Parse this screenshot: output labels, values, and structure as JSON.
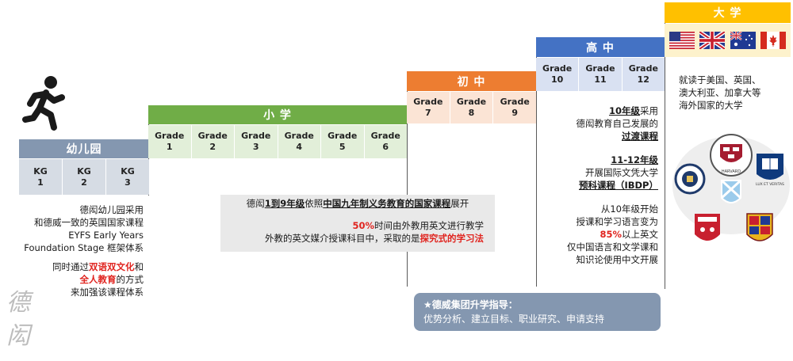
{
  "stages": {
    "kindergarten": {
      "title": "幼儿园",
      "grades": [
        {
          "l1": "KG",
          "l2": "1"
        },
        {
          "l1": "KG",
          "l2": "2"
        },
        {
          "l1": "KG",
          "l2": "3"
        }
      ]
    },
    "primary": {
      "title": "小 学",
      "grades": [
        {
          "l1": "Grade",
          "l2": "1"
        },
        {
          "l1": "Grade",
          "l2": "2"
        },
        {
          "l1": "Grade",
          "l2": "3"
        },
        {
          "l1": "Grade",
          "l2": "4"
        },
        {
          "l1": "Grade",
          "l2": "5"
        },
        {
          "l1": "Grade",
          "l2": "6"
        }
      ]
    },
    "middle": {
      "title": "初 中",
      "grades": [
        {
          "l1": "Grade",
          "l2": "7"
        },
        {
          "l1": "Grade",
          "l2": "8"
        },
        {
          "l1": "Grade",
          "l2": "9"
        }
      ]
    },
    "high": {
      "title": "高 中",
      "grades": [
        {
          "l1": "Grade",
          "l2": "10"
        },
        {
          "l1": "Grade",
          "l2": "11"
        },
        {
          "l1": "Grade",
          "l2": "12"
        }
      ]
    },
    "university": {
      "title": "大 学"
    }
  },
  "kg_text": {
    "p1_lines": [
      "德闳幼儿园采用",
      "和德威一致的英国国家课程",
      "EYFS Early Years",
      "Foundation Stage 框架体系"
    ],
    "p2_a": "同时通过",
    "p2_red1": "双语双文化",
    "p2_b": "和",
    "p2_red2": "全人教育",
    "p2_c": "的方式",
    "p2_d": "来加强该课程体系"
  },
  "compulsory_box": {
    "a": "德闳",
    "b": "1到9年级",
    "c": "依照",
    "d": "中国九年制义务教育的国家课程",
    "e": "展开",
    "pct": "50%",
    "f": "时间由外教用英文进行教学",
    "g": "外教的英文媒介授课科目中，采取的是",
    "h": "探究式的学习法"
  },
  "high_text": {
    "t1_a": "10年级",
    "t1_b": "采用",
    "t1_c": "德闳教育自己发展的",
    "t1_d": "过渡课程",
    "t2_a": "11-12年级",
    "t2_b": "开展国际文凭大学",
    "t2_c": "预科课程（IBDP）",
    "t3_a": "从10年级开始",
    "t3_b": "授课和学习语言变为",
    "t3_c": "85%",
    "t3_d": "以上英文",
    "t3_e": "仅中国语言和文学课和",
    "t3_f": "知识论使用中文开展"
  },
  "university_text": [
    "就读于美国、英国、",
    "澳大利亚、加拿大等",
    "海外国家的大学"
  ],
  "guidance": {
    "title": "★德威集团升学指导：",
    "body": "优势分析、建立目标、职业研究、申请支持"
  },
  "crest_labels": {
    "harvard": "HARVARD",
    "yale": "LUX ET VERITAS"
  },
  "watermark": [
    "德",
    "闳"
  ],
  "icons": [
    "runner-icon",
    "us-flag-icon",
    "uk-flag-icon",
    "australia-flag-icon",
    "canada-flag-icon",
    "university-crests"
  ],
  "colors": {
    "kg_head": "#8497b0",
    "kg_cell": "#d6dce4",
    "primary_head": "#70ad47",
    "primary_cell": "#e2efd9",
    "middle_head": "#ed7d31",
    "middle_cell": "#fbe4d5",
    "high_head": "#4472c4",
    "high_cell": "#d9e1f2",
    "university_head": "#ffc000",
    "accent_red": "#e0241f",
    "guidance_bg": "#8497b0"
  }
}
